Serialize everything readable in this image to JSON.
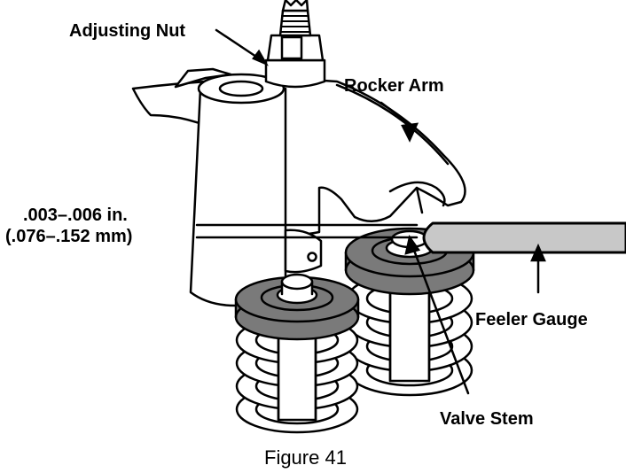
{
  "labels": {
    "adjusting_nut": "Adjusting Nut",
    "rocker_arm": "Rocker Arm",
    "clearance_in": ".003–.006 in.",
    "clearance_mm": "(.076–.152 mm)",
    "feeler_gauge": "Feeler Gauge",
    "valve_stem": "Valve Stem",
    "figure": "Figure 41"
  },
  "colors": {
    "line": "#000000",
    "retainer": "#7a7a7a",
    "gauge": "#c8c8c8",
    "background": "#ffffff"
  }
}
